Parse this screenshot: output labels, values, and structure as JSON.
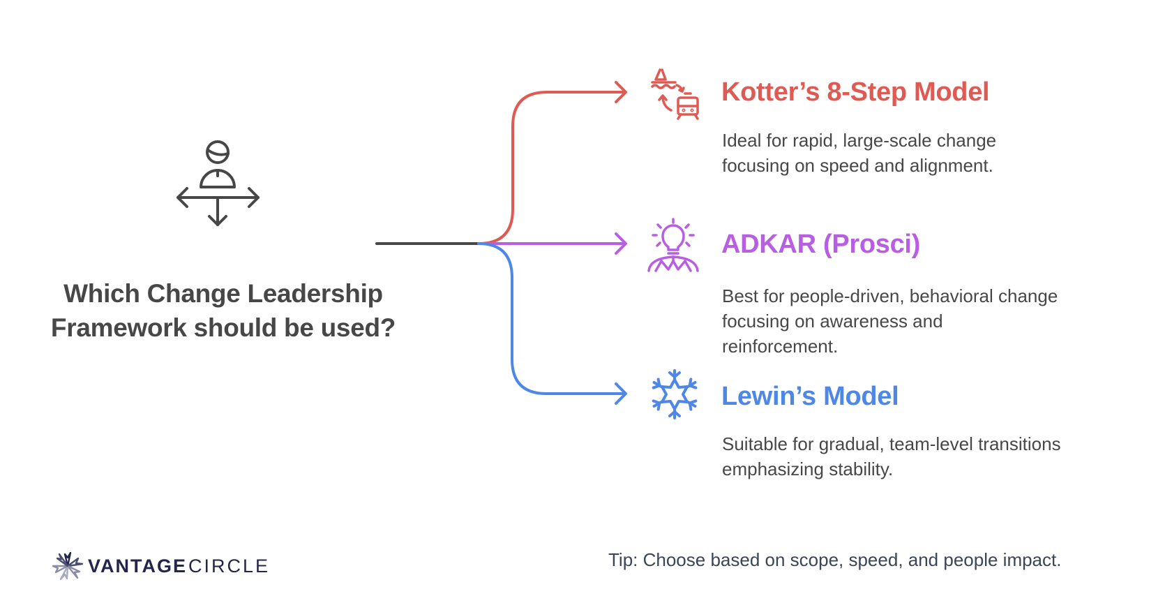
{
  "question": {
    "line1": "Which Change Leadership",
    "line2": "Framework should be used?",
    "icon": "person-with-direction-arrows-icon",
    "color": "#474747"
  },
  "options": [
    {
      "title": "Kotter’s 8-Step Model",
      "description_lines": [
        "Ideal for rapid, large-scale change",
        "focusing on speed and alignment."
      ],
      "icon": "boat-to-train-transition-icon",
      "color": "#e05a54"
    },
    {
      "title": "ADKAR (Prosci)",
      "description_lines": [
        "Best for people-driven, behavioral change",
        "focusing on awareness and",
        "reinforcement."
      ],
      "icon": "lightbulb-head-person-icon",
      "color": "#b85ee3"
    },
    {
      "title": "Lewin’s Model",
      "description_lines": [
        "Suitable for gradual, team-level transitions",
        "emphasizing stability."
      ],
      "icon": "snowflake-icon",
      "color": "#4f87e6"
    }
  ],
  "tip": "Tip: Choose based on scope, speed, and people impact.",
  "logo": {
    "bold": "VANTAGE",
    "light": "CIRCLE",
    "color": "#23254a"
  }
}
